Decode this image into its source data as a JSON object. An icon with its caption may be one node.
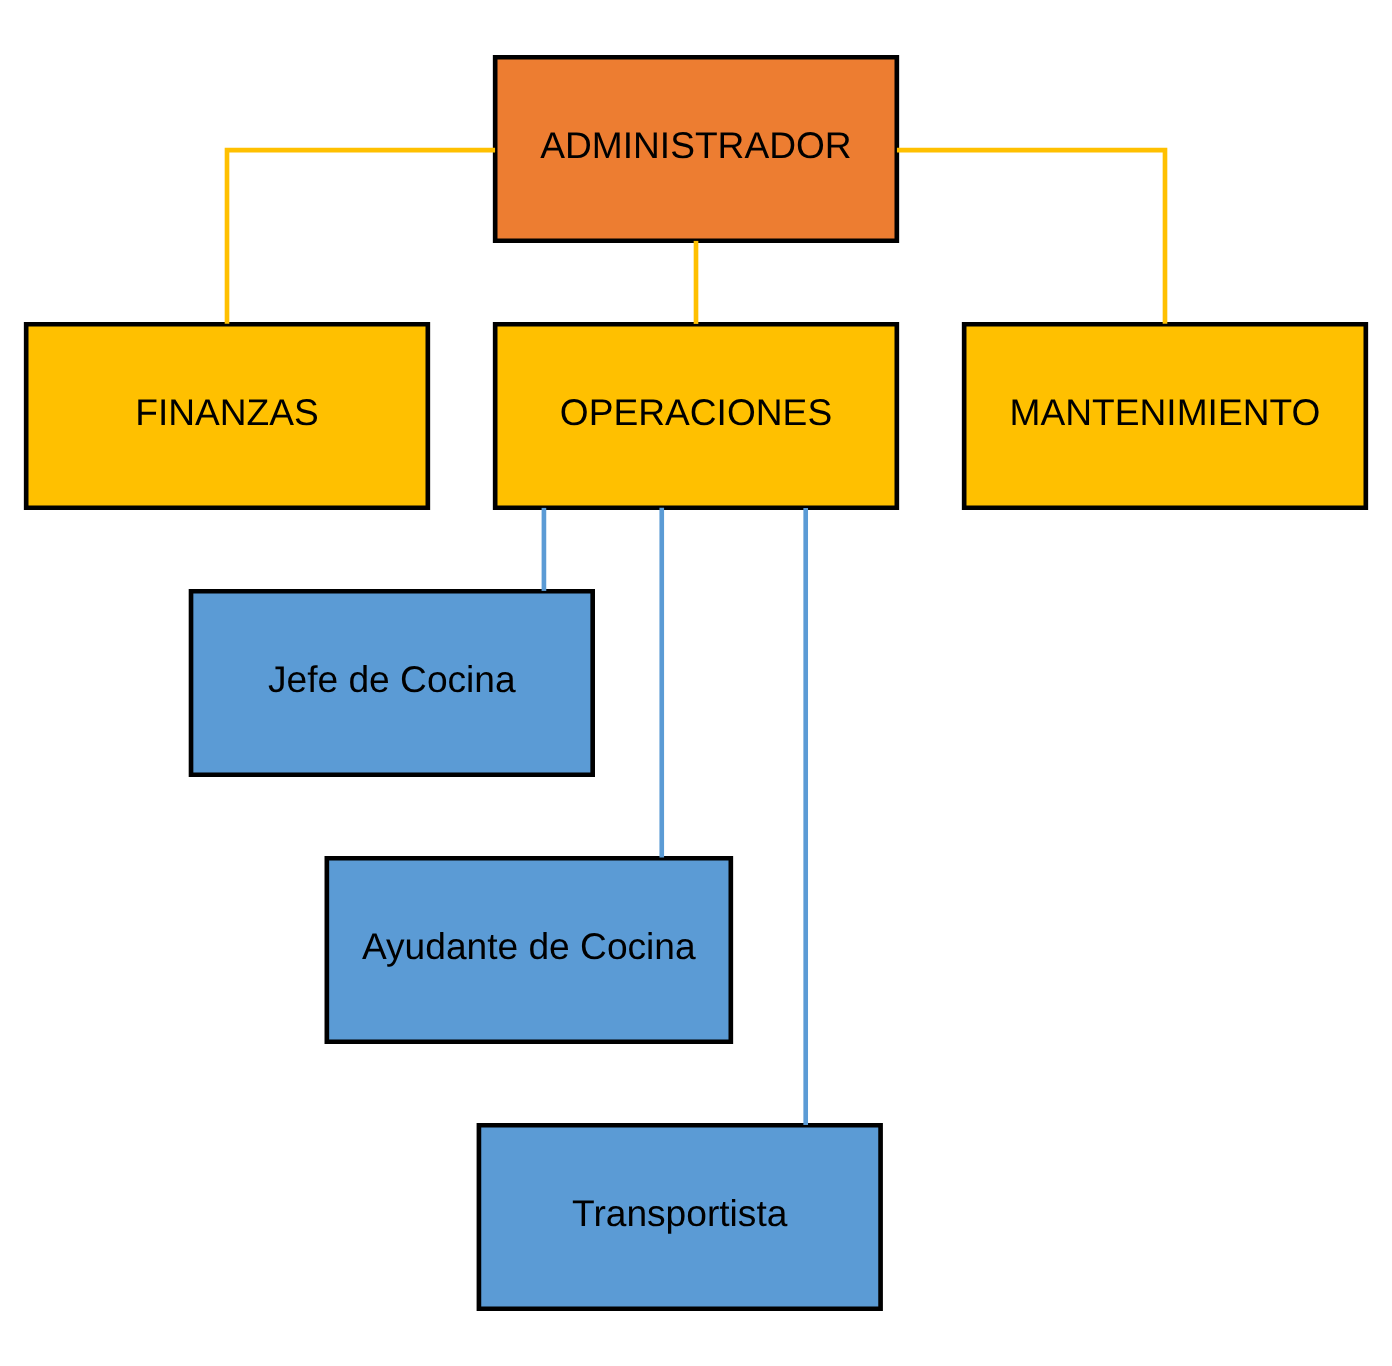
{
  "diagram": {
    "nodes": [
      {
        "text": [
          "ADMINISTRADOR"
        ]
      },
      {
        "text": [
          "FINANZAS"
        ]
      },
      {
        "text": [
          "OPERACIONES"
        ]
      },
      {
        "text": [
          "MANTENIMIENTO"
        ]
      },
      {
        "text": [
          "Jefe de Cocina"
        ]
      },
      {
        "text": [
          "Ayudante de Cocina"
        ]
      },
      {
        "text": [
          "Transportista"
        ]
      }
    ],
    "edges": [
      {
        "from": 0,
        "to": 1,
        "arrow": "none"
      },
      {
        "from": 0,
        "to": 2,
        "arrow": "none"
      },
      {
        "from": 0,
        "to": 3,
        "arrow": "none"
      },
      {
        "from": 2,
        "to": 4,
        "arrow": "none",
        "color": "#5b9bd5"
      },
      {
        "from": 2,
        "to": 5,
        "arrow": "none",
        "color": "#5b9bd5"
      },
      {
        "from": 2,
        "to": 6,
        "arrow": "none",
        "color": "#5b9bd5"
      }
    ]
  }
}
